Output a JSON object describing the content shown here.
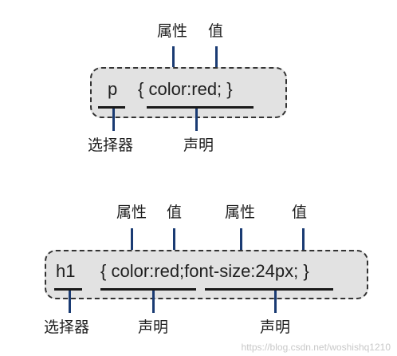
{
  "example1": {
    "selector": "p",
    "declaration": "{ color:red; }",
    "label_property": "属性",
    "label_value": "值",
    "label_selector": "选择器",
    "label_declaration": "声明"
  },
  "example2": {
    "selector": "h1",
    "declaration": "{ color:red;font-size:24px; }",
    "label_property_1": "属性",
    "label_value_1": "值",
    "label_property_2": "属性",
    "label_value_2": "值",
    "label_selector": "选择器",
    "label_declaration_1": "声明",
    "label_declaration_2": "声明"
  },
  "watermark": "https://blog.csdn.net/woshishq1210",
  "colors": {
    "box_fill": "#e2e2e2",
    "border": "#333333",
    "connector": "#1a3b73",
    "underline": "#1a1a1a"
  }
}
